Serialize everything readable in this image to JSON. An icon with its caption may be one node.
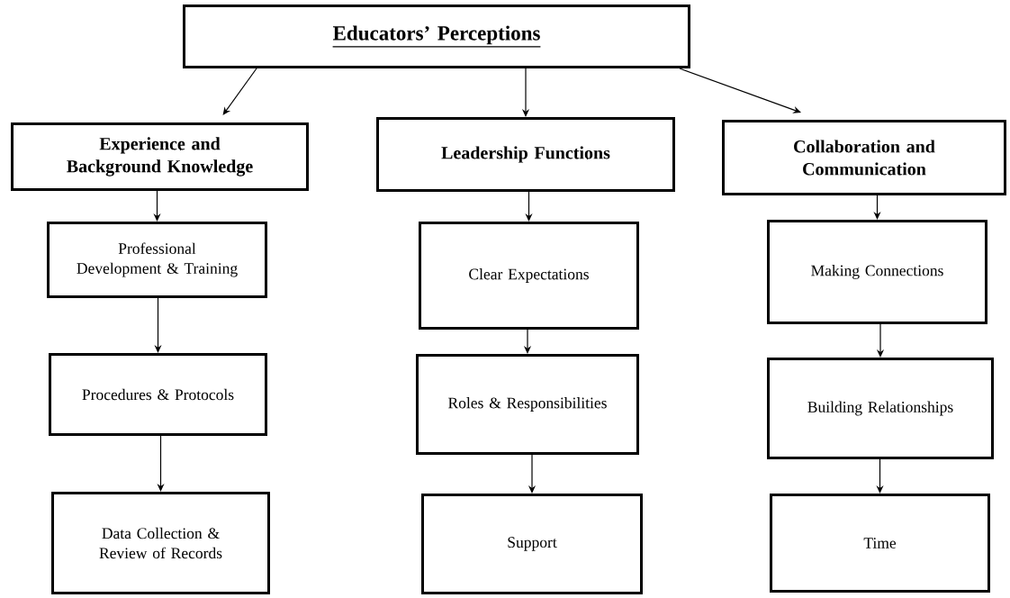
{
  "diagram": {
    "nodes": [
      {
        "text": [
          "Educators’ Perceptions"
        ]
      },
      {
        "text": [
          "Experience and Background Knowledge"
        ]
      },
      {
        "text": [
          "Leadership Functions"
        ]
      },
      {
        "text": [
          "Collaboration and Communication"
        ]
      },
      {
        "text": [
          "Professional Development & Training"
        ]
      },
      {
        "text": [
          "Procedures & Protocols"
        ]
      },
      {
        "text": [
          "Data Collection & Review of Records"
        ]
      },
      {
        "text": [
          "Clear Expectations"
        ]
      },
      {
        "text": [
          "Roles & Responsibilities"
        ]
      },
      {
        "text": [
          "Support"
        ]
      },
      {
        "text": [
          "Making Connections"
        ]
      },
      {
        "text": [
          "Building Relationships"
        ]
      },
      {
        "text": [
          "Time"
        ]
      }
    ],
    "edges": [
      {
        "from": 0,
        "to": 1,
        "arrow": "to"
      },
      {
        "from": 0,
        "to": 2,
        "arrow": "to"
      },
      {
        "from": 0,
        "to": 3,
        "arrow": "to"
      },
      {
        "from": 1,
        "to": 4,
        "arrow": "to"
      },
      {
        "from": 4,
        "to": 5,
        "arrow": "to"
      },
      {
        "from": 5,
        "to": 6,
        "arrow": "to"
      },
      {
        "from": 2,
        "to": 7,
        "arrow": "to"
      },
      {
        "from": 7,
        "to": 8,
        "arrow": "to"
      },
      {
        "from": 8,
        "to": 9,
        "arrow": "to"
      },
      {
        "from": 3,
        "to": 10,
        "arrow": "to"
      },
      {
        "from": 10,
        "to": 11,
        "arrow": "to"
      },
      {
        "from": 11,
        "to": 12,
        "arrow": "to"
      }
    ]
  }
}
